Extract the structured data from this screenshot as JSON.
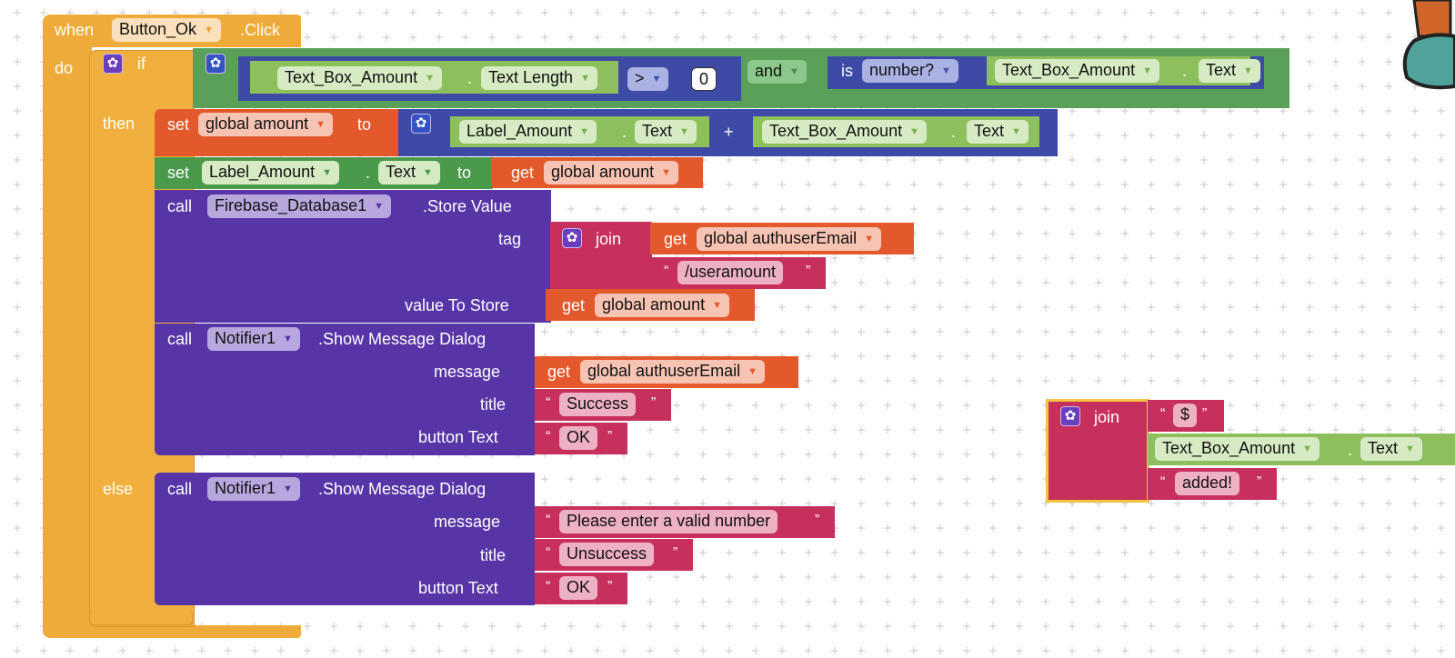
{
  "event": {
    "when": "when",
    "component": "Button_Ok",
    "event": ".Click",
    "do": "do"
  },
  "if_block": {
    "if": "if",
    "then": "then",
    "else": "else"
  },
  "condition": {
    "component": "Text_Box_Amount",
    "property": "Text Length",
    "operator": ">",
    "number": "0",
    "and": "and",
    "is": "is",
    "check": "number?",
    "component2": "Text_Box_Amount",
    "property2": "Text"
  },
  "set_amount": {
    "set": "set",
    "variable": "global amount",
    "to": "to",
    "component1": "Label_Amount",
    "property1": "Text",
    "plus": "+",
    "component2": "Text_Box_Amount",
    "property2": "Text"
  },
  "set_label": {
    "set": "set",
    "component": "Label_Amount",
    "property": "Text",
    "to": "to",
    "get": "get",
    "variable": "global amount"
  },
  "store_value": {
    "call": "call",
    "component": "Firebase_Database1",
    "method": ".Store Value",
    "tag_label": "tag",
    "join": "join",
    "get": "get",
    "variable": "global authuserEmail",
    "text": "/useramount",
    "value_label": "value To Store",
    "get2": "get",
    "variable2": "global amount"
  },
  "notify_success": {
    "call": "call",
    "component": "Notifier1",
    "method": ".Show Message Dialog",
    "message_label": "message",
    "get": "get",
    "variable": "global authuserEmail",
    "title_label": "title",
    "title": "Success",
    "button_label": "button Text",
    "button": "OK"
  },
  "notify_fail": {
    "call": "call",
    "component": "Notifier1",
    "method": ".Show Message Dialog",
    "message_label": "message",
    "message": "Please enter a valid number",
    "title_label": "title",
    "title": "Unsuccess",
    "button_label": "button Text",
    "button": "OK"
  },
  "floating_join": {
    "join": "join",
    "text1": "$",
    "component": "Text_Box_Amount",
    "property": "Text",
    "text2": "added!"
  },
  "icons": {
    "mutator": "gear-icon",
    "dropdown": "chevron-down-icon"
  },
  "colors": {
    "event": "#efab3a",
    "logic": "#5ba058",
    "math": "#3d4aa6",
    "component": "#8dc05c",
    "variable": "#e4592c",
    "call": "#5835a7",
    "text": "#c7305c"
  }
}
